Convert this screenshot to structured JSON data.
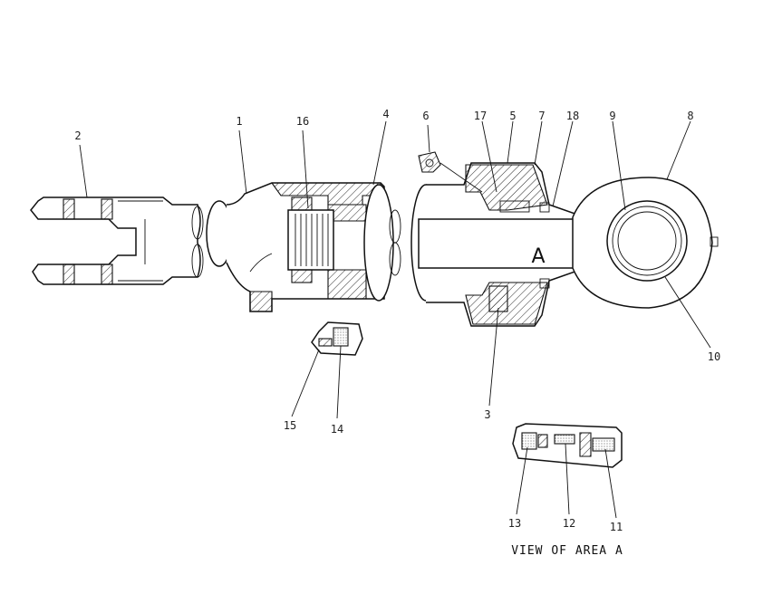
{
  "callouts": [
    {
      "id": "c1",
      "label": "1"
    },
    {
      "id": "c2",
      "label": "2"
    },
    {
      "id": "c3",
      "label": "3"
    },
    {
      "id": "c4",
      "label": "4"
    },
    {
      "id": "c5",
      "label": "5"
    },
    {
      "id": "c6",
      "label": "6"
    },
    {
      "id": "c7",
      "label": "7"
    },
    {
      "id": "c8",
      "label": "8"
    },
    {
      "id": "c9",
      "label": "9"
    },
    {
      "id": "c10",
      "label": "10"
    },
    {
      "id": "c11",
      "label": "11"
    },
    {
      "id": "c12",
      "label": "12"
    },
    {
      "id": "c13",
      "label": "13"
    },
    {
      "id": "c14",
      "label": "14"
    },
    {
      "id": "c15",
      "label": "15"
    },
    {
      "id": "c16",
      "label": "16"
    },
    {
      "id": "c17",
      "label": "17"
    },
    {
      "id": "c18",
      "label": "18"
    }
  ],
  "area_label": "A",
  "caption": "VIEW OF AREA A"
}
